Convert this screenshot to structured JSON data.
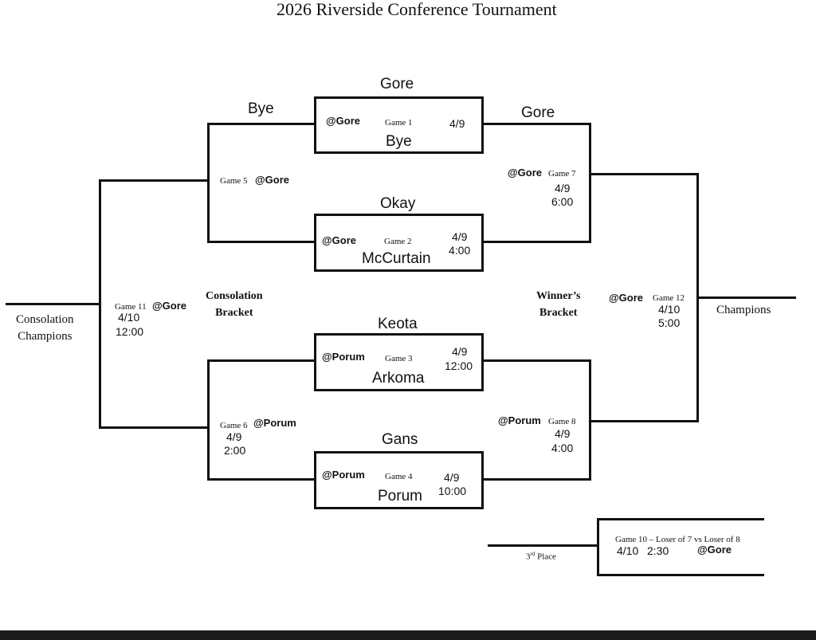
{
  "title": "2026 Riverside Conference Tournament",
  "labels": {
    "consolation_bracket": "Consolation\nBracket",
    "winners_bracket": "Winner’s\nBracket",
    "champions": "Champions",
    "consolation_champions": "Consolation\nChampions",
    "third_place_prefix": "3",
    "third_place_sup": "rd",
    "third_place_suffix": " Place"
  },
  "games": {
    "g1": {
      "label": "Game 1",
      "host": "@Gore",
      "date": "4/9",
      "time": "",
      "team_top": "Gore",
      "team_bottom": "Bye"
    },
    "g2": {
      "label": "Game 2",
      "host": "@Gore",
      "date": "4/9",
      "time": "4:00",
      "team_top": "Okay",
      "team_bottom": "McCurtain"
    },
    "g3": {
      "label": "Game 3",
      "host": "@Porum",
      "date": "4/9",
      "time": "12:00",
      "team_top": "Keota",
      "team_bottom": "Arkoma"
    },
    "g4": {
      "label": "Game 4",
      "host": "@Porum",
      "date": "4/9",
      "time": "10:00",
      "team_top": "Gans",
      "team_bottom": "Porum"
    },
    "g5": {
      "label": "Game 5",
      "host": "@Gore",
      "slot_top": "Bye"
    },
    "g6": {
      "label": "Game 6",
      "host": "@Porum",
      "date": "4/9",
      "time": "2:00"
    },
    "g7": {
      "label": "Game 7",
      "host": "@Gore",
      "date": "4/9",
      "time": "6:00",
      "slot_top": "Gore"
    },
    "g8": {
      "label": "Game 8",
      "host": "@Porum",
      "date": "4/9",
      "time": "4:00"
    },
    "g10": {
      "label": "Game 10 – Loser of 7 vs Loser of 8",
      "host": "@Gore",
      "date": "4/10",
      "time": "2:30"
    },
    "g11": {
      "label": "Game 11",
      "host": "@Gore",
      "date": "4/10",
      "time": "12:00"
    },
    "g12": {
      "label": "Game 12",
      "host": "@Gore",
      "date": "4/10",
      "time": "5:00"
    }
  }
}
